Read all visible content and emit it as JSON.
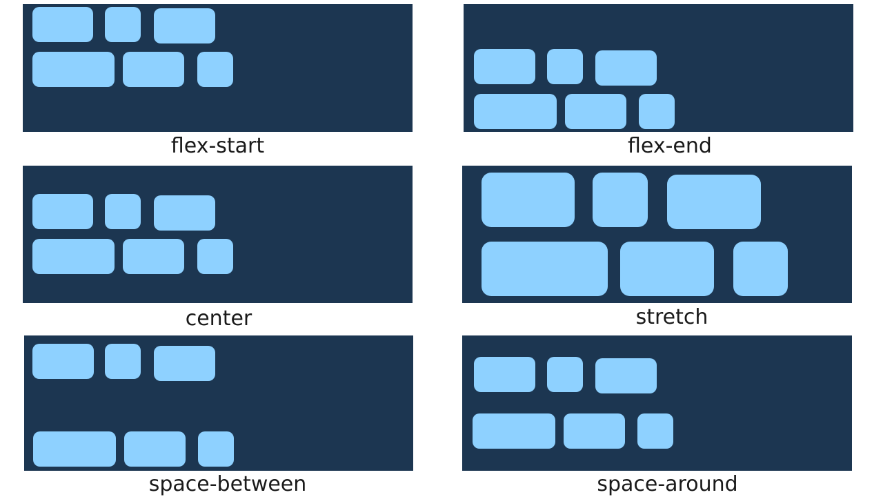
{
  "colors": {
    "panel": "#1c3651",
    "item": "#8ed1ff",
    "background": "#ffffff",
    "caption": "#1a1a1a"
  },
  "diagrams": [
    {
      "label": "flex-start"
    },
    {
      "label": "flex-end"
    },
    {
      "label": "center"
    },
    {
      "label": "stretch"
    },
    {
      "label": "space-between"
    },
    {
      "label": "space-around"
    }
  ]
}
